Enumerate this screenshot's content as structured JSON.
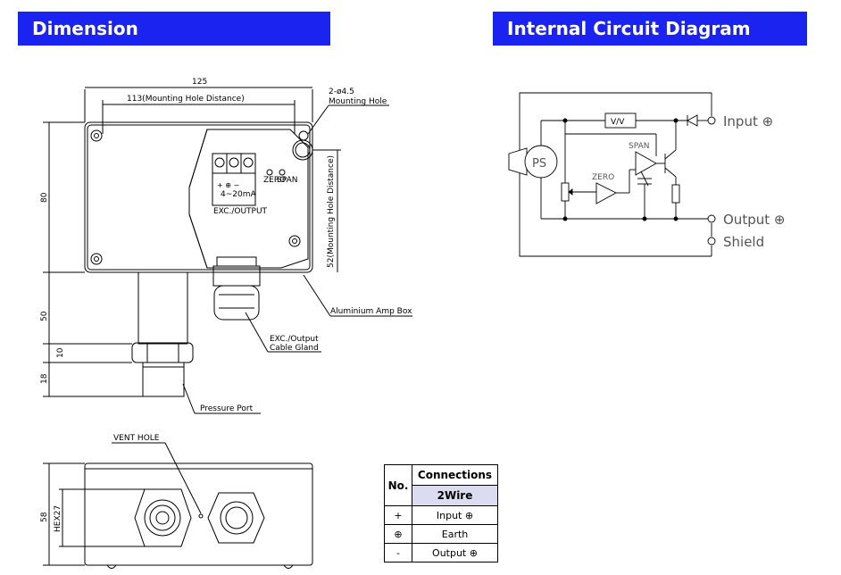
{
  "headers": {
    "dimension": "Dimension",
    "circuit": "Internal Circuit Diagram"
  },
  "dims": {
    "width_125": "125",
    "mounting_hole_distance": "113(Mounting Hole Distance)",
    "hole_spec": "2-ø4.5",
    "mounting_hole": "Mounting Hole",
    "height_80": "80",
    "vertical_hole_distance": "52(Mounting Hole Distance)",
    "height_50": "50",
    "height_10": "10",
    "height_18": "18",
    "zero": "ZERO",
    "span": "SPAN",
    "range": "4~20mA",
    "exc_output": "EXC./OUTPUT",
    "amp_box": "Aluminium Amp Box",
    "gland_line1": "EXC./Output",
    "gland_line2": "Cable Gland",
    "pressure_port": "Pressure Port",
    "vent_hole": "VENT HOLE",
    "height_58": "58",
    "hex27": "HEX27"
  },
  "circuit": {
    "vv": "V/V",
    "span": "SPAN",
    "zero": "ZERO",
    "ps": "PS",
    "input": "Input ⊕",
    "output": "Output ⊕",
    "shield": "Shield"
  },
  "table": {
    "col_no": "No.",
    "col_connections": "Connections",
    "col_2wire": "2Wire",
    "rows": [
      {
        "no": "+",
        "value": "Input ⊕"
      },
      {
        "no": "⊕",
        "value": "Earth"
      },
      {
        "no": "-",
        "value": "Output ⊕"
      }
    ]
  }
}
